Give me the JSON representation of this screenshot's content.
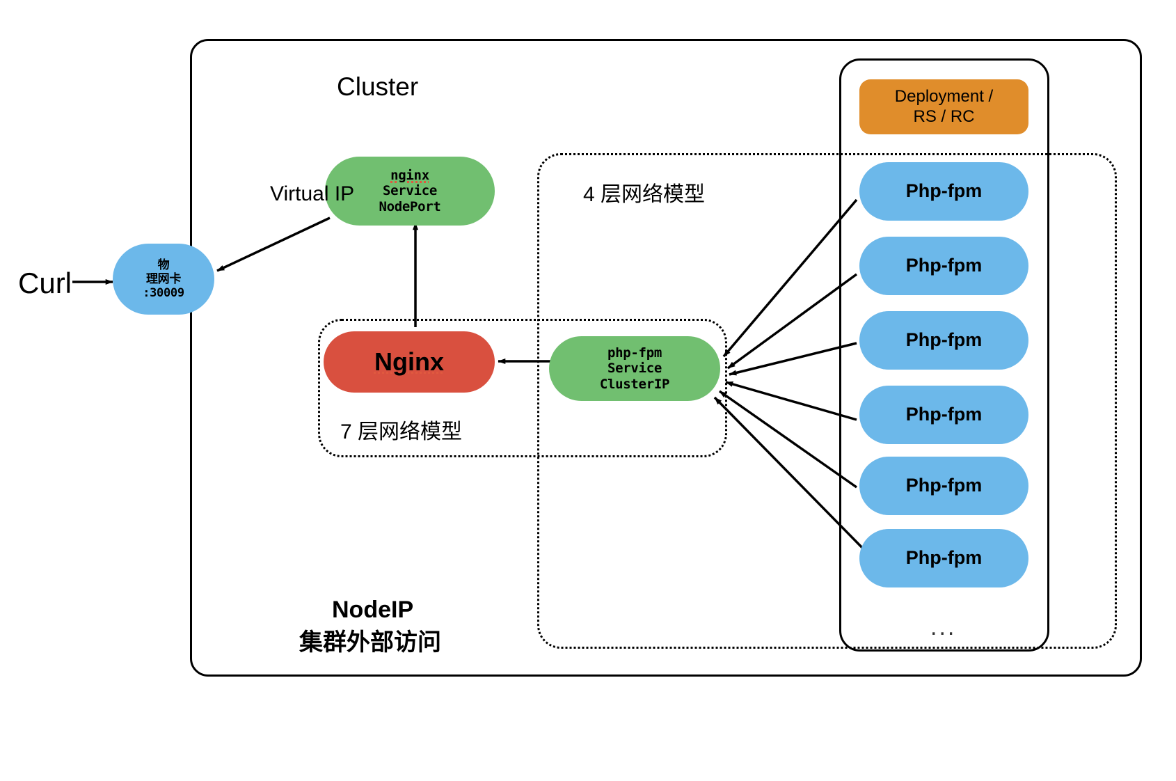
{
  "diagram": {
    "title": "Kubernetes NodePort / ClusterIP traffic flow",
    "colors": {
      "service_green": "#71bf70",
      "pod_blue": "#6cb8ea",
      "nginx_red": "#d9503f",
      "deployment_orange": "#e08d2b",
      "stroke_black": "#000000",
      "spellcheck_red": "#e0593f"
    }
  },
  "labels": {
    "cluster": "Cluster",
    "curl": "Curl",
    "virtual_ip": "Virtual IP",
    "layer7_model": "7 层网络模型",
    "layer4_model": "4 层网络模型",
    "nodeip": "NodeIP",
    "cluster_external_access": "集群外部访问",
    "ellipsis": "..."
  },
  "nodes": {
    "nic": {
      "lines": [
        "物",
        "理网卡",
        ":30009"
      ],
      "color": "#6cb8ea"
    },
    "nginx_service": {
      "lines": [
        "nginx",
        "Service",
        "NodePort"
      ],
      "color": "#71bf70"
    },
    "nginx": {
      "label": "Nginx",
      "color": "#d9503f"
    },
    "phpfpm_service": {
      "lines": [
        "php-fpm",
        "Service",
        "ClusterIP"
      ],
      "color": "#71bf70"
    },
    "deployment": {
      "lines": [
        "Deployment /",
        "RS / RC"
      ],
      "color": "#e08d2b"
    }
  },
  "pods": [
    {
      "label": "Php-fpm"
    },
    {
      "label": "Php-fpm"
    },
    {
      "label": "Php-fpm"
    },
    {
      "label": "Php-fpm"
    },
    {
      "label": "Php-fpm"
    },
    {
      "label": "Php-fpm"
    }
  ]
}
